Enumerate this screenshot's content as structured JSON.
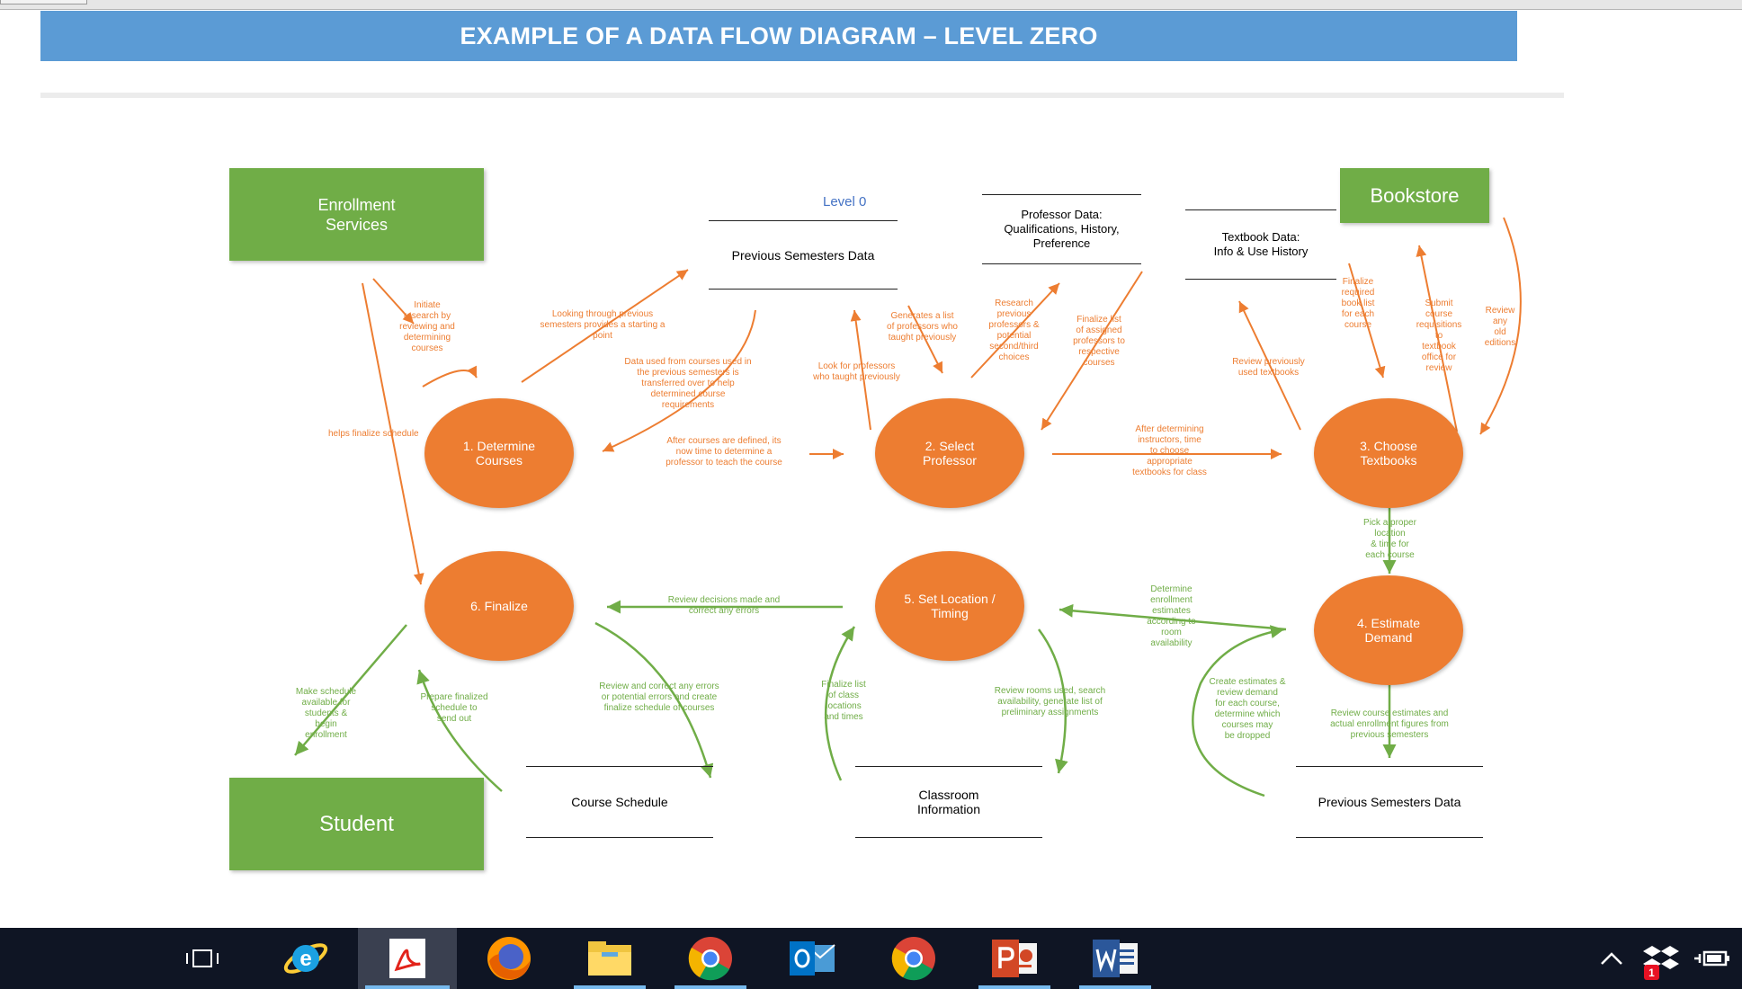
{
  "page": {
    "title": "EXAMPLE OF A DATA FLOW DIAGRAM – LEVEL ZERO"
  },
  "diagram": {
    "level_label": "Level 0",
    "entities": {
      "enrollment": "Enrollment\nServices",
      "bookstore": "Bookstore",
      "student": "Student"
    },
    "processes": {
      "p1": "1. Determine\nCourses",
      "p2": "2. Select\nProfessor",
      "p3": "3. Choose\nTextbooks",
      "p4": "4. Estimate\nDemand",
      "p5": "5. Set Location /\nTiming",
      "p6": "6. Finalize"
    },
    "stores": {
      "prev_semesters_top": "Previous Semesters Data",
      "professor_data": "Professor Data:\nQualifications, History,\nPreference",
      "textbook_data": "Textbook Data:\nInfo & Use History",
      "course_schedule": "Course Schedule",
      "classroom_info": "Classroom\nInformation",
      "prev_semesters_bottom": "Previous Semesters Data"
    },
    "flows": {
      "initiate_research": "Initiate\nresearch by\nreviewing and\ndetermining\ncourses",
      "looking_through": "Looking through previous\nsemesters provides a starting a\npoint",
      "data_used": "Data used from courses used in\nthe previous semesters is\ntransferred over to help\ndetermined course\nrequirements",
      "helps_finalize": "helps finalize schedule",
      "after_defined": "After courses are defined, its\nnow time to determine a\nprofessor to teach the course",
      "look_for_professors": "Look for professors\nwho taught previously",
      "generates_list": "Generates a list\nof professors who\ntaught previously",
      "research_previous": "Research\nprevious\nprofessors &\npotential\nsecond/third\nchoices",
      "finalize_assigned": "Finalize list\nof assigned\nprofessors to\nrespective\ncourses",
      "after_instructors": "After determining\ninstructors, time\nto choose\nappropriate\ntextbooks for class",
      "review_textbooks": "Review previously\nused textbooks",
      "finalize_booklist": "Finalize\nrequired\nbook list\nfor each\ncourse",
      "submit_requisitions": "Submit\ncourse\nrequisitions\nto\ntextbook\noffice for\nreview",
      "review_editions": "Review\nany\nold\neditions",
      "pick_location": "Pick a proper\nlocation\n& time for\neach course",
      "determine_enrollment": "Determine\nenrollment\nestimates\naccording to\nroom\navailability",
      "review_decisions": "Review decisions made and\ncorrect any errors",
      "make_schedule": "Make schedule\navailable for\nstudents &\nbegin\nenrollment",
      "prepare_finalized": "Prepare finalized\nschedule to\nsend out",
      "review_correct": "Review and correct any errors\nor potential errors and create\nfinalize schedule of courses",
      "finalize_classes": "Finalize list\nof class\nlocations\nand times",
      "review_rooms": "Review rooms used, search\navailability, generate list of\npreliminary assignments",
      "create_estimates": "Create estimates &\nreview demand\nfor each course,\ndetermine which\ncourses may\nbe dropped",
      "review_course_estimates": "Review course estimates and\nactual enrollment figures from\nprevious semesters"
    }
  },
  "colors": {
    "banner": "#5b9bd5",
    "entity": "#70ad47",
    "process": "#ed7d31",
    "taskbar": "#0f1524",
    "taskbar_accent": "#76b9ed"
  },
  "taskbar": {
    "items": [
      {
        "icon": "task-view-icon"
      },
      {
        "icon": "internet-explorer-icon"
      },
      {
        "icon": "adobe-acrobat-icon"
      },
      {
        "icon": "firefox-icon"
      },
      {
        "icon": "file-explorer-icon"
      },
      {
        "icon": "chrome-icon"
      },
      {
        "icon": "outlook-icon"
      },
      {
        "icon": "chrome-icon"
      },
      {
        "icon": "powerpoint-icon"
      },
      {
        "icon": "word-icon"
      }
    ],
    "tray": {
      "badge": "1"
    }
  }
}
